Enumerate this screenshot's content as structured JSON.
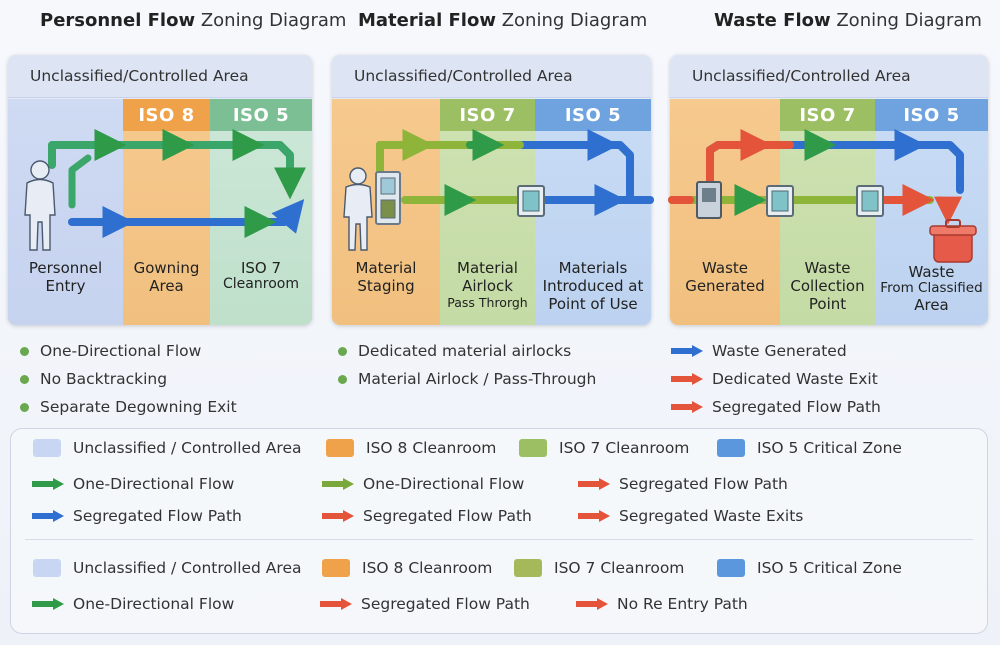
{
  "titles": [
    {
      "bold": "Personnel Flow",
      "rest": " Zoning Diagram"
    },
    {
      "bold": "Material Flow",
      "rest": " Zoning Diagram"
    },
    {
      "bold": "Waste Flow",
      "rest": " Zoning Diagram"
    }
  ],
  "panels": {
    "personnel": {
      "header": "Unclassified/Controlled Area",
      "iso8": "ISO 8",
      "iso5": "ISO 5",
      "label_entry_1": "Personnel",
      "label_entry_2": "Entry",
      "label_gowning_1": "Gowning",
      "label_gowning_2": "Area",
      "label_clean_1": "ISO 7",
      "label_clean_2": "Cleanroom"
    },
    "material": {
      "header": "Unclassified/Controlled Area",
      "iso7": "ISO 7",
      "iso5": "ISO 5",
      "label_staging_1": "Material",
      "label_staging_2": "Staging",
      "label_airlock_1": "Material",
      "label_airlock_2": "Airlock",
      "label_airlock_3": "Pass Throrgh",
      "label_use_1": "Materials",
      "label_use_2": "Introduced at",
      "label_use_3": "Point of Use"
    },
    "waste": {
      "header": "Unclassified/Controlled Area",
      "iso7": "ISO 7",
      "iso5": "ISO 5",
      "label_gen_1": "Waste",
      "label_gen_2": "Generated",
      "label_coll_1": "Waste",
      "label_coll_2": "Collection",
      "label_coll_3": "Point",
      "label_area_1": "Waste",
      "label_area_2": "From Classified",
      "label_area_3": "Area"
    }
  },
  "bullets": {
    "personnel": [
      "One-Directional Flow",
      "No Backtracking",
      "Separate Degowning Exit"
    ],
    "material": [
      "Dedicated material airlocks",
      "Material Airlock / Pass-Through"
    ],
    "waste": [
      "Waste Generated",
      "Dedicated Waste Exit",
      "Segregated Flow Path"
    ]
  },
  "legend": {
    "group1": {
      "unclassified": "Unclassified / Controlled Area",
      "iso8": "ISO 8 Cleanroom",
      "iso7": "ISO 7 Cleanroom",
      "iso5": "ISO 5 Critical Zone",
      "green_flow_1": "One-Directional Flow",
      "green_flow_2": "One-Directional Flow",
      "red_path_1": "Segregated Flow Path",
      "blue_path": "Segregated Flow Path",
      "red_path_2": "Segregated Flow Path",
      "red_exits": "Segregated Waste Exits"
    },
    "group2": {
      "unclassified": "Unclassified / Controlled Area",
      "iso8": "ISO 8 Cleanroom",
      "iso7": "ISO 7 Cleanroom",
      "iso5": "ISO 5 Critical Zone",
      "green_flow": "One-Directional Flow",
      "red_path": "Segregated Flow Path",
      "red_reentry": "No Re Entry Path"
    }
  },
  "colors": {
    "unclassified": "#c9d6f3",
    "iso8": "#f0a24a",
    "iso7": "#9dbf63",
    "iso5": "#5b97dd",
    "arrow_green": "#2f9a48",
    "arrow_blue": "#2f6fd0",
    "arrow_red": "#e4543a"
  }
}
